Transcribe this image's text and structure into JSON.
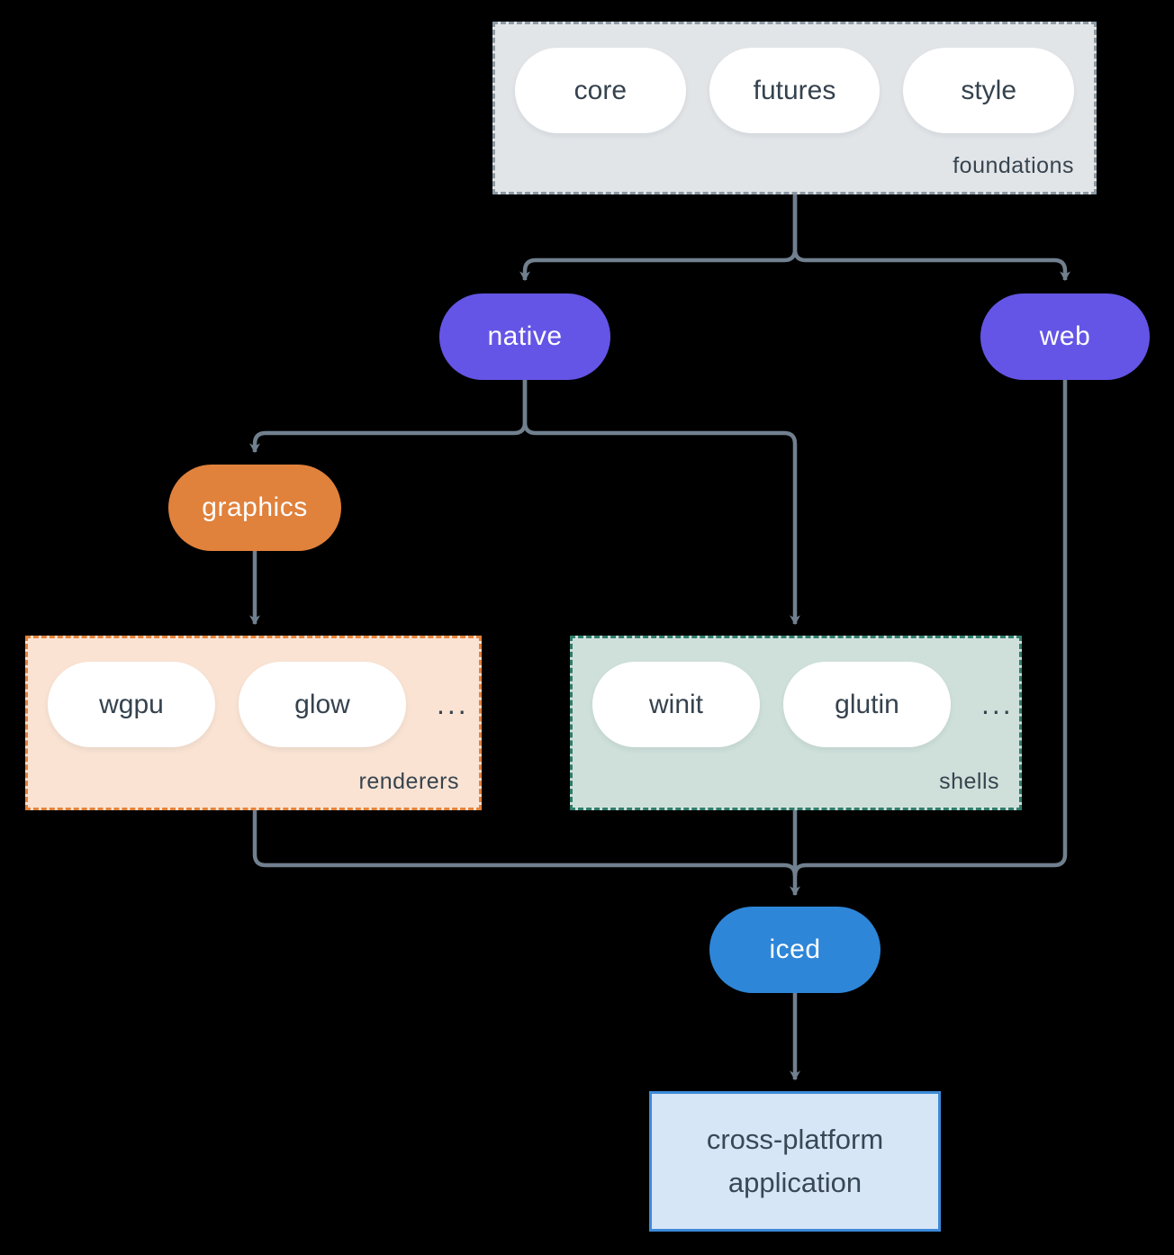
{
  "diagram": {
    "kind": "iced ecosystem dependency diagram",
    "colors": {
      "background": "#000000",
      "arrow": "#71808f",
      "purple_node": "#6455e6",
      "orange_node": "#e0813c",
      "blue_node": "#2e86d8",
      "foundations_fill": "#e2e5e8",
      "foundations_border": "#8d9aa5",
      "renderers_fill": "#fae3d3",
      "renderers_border": "#e5823a",
      "shells_fill": "#cfe0da",
      "shells_border": "#2f7d6b",
      "app_fill": "#d7e6f7",
      "app_border": "#3d8ad8",
      "text_dark": "#35424e",
      "text_light": "#ffffff"
    }
  },
  "groups": {
    "foundations": {
      "label": "foundations",
      "items": [
        "core",
        "futures",
        "style"
      ]
    },
    "renderers": {
      "label": "renderers",
      "items": [
        "wgpu",
        "glow"
      ],
      "more": "..."
    },
    "shells": {
      "label": "shells",
      "items": [
        "winit",
        "glutin"
      ],
      "more": "..."
    }
  },
  "nodes": {
    "native": {
      "label": "native"
    },
    "web": {
      "label": "web"
    },
    "graphics": {
      "label": "graphics"
    },
    "iced": {
      "label": "iced"
    },
    "application": {
      "line1": "cross-platform",
      "line2": "application"
    }
  },
  "edges": [
    {
      "from": "foundations",
      "to": "native"
    },
    {
      "from": "foundations",
      "to": "web"
    },
    {
      "from": "native",
      "to": "graphics"
    },
    {
      "from": "native",
      "to": "shells"
    },
    {
      "from": "graphics",
      "to": "renderers"
    },
    {
      "from": "renderers",
      "to": "iced"
    },
    {
      "from": "shells",
      "to": "iced"
    },
    {
      "from": "web",
      "to": "iced"
    },
    {
      "from": "iced",
      "to": "cross-platform application"
    }
  ]
}
